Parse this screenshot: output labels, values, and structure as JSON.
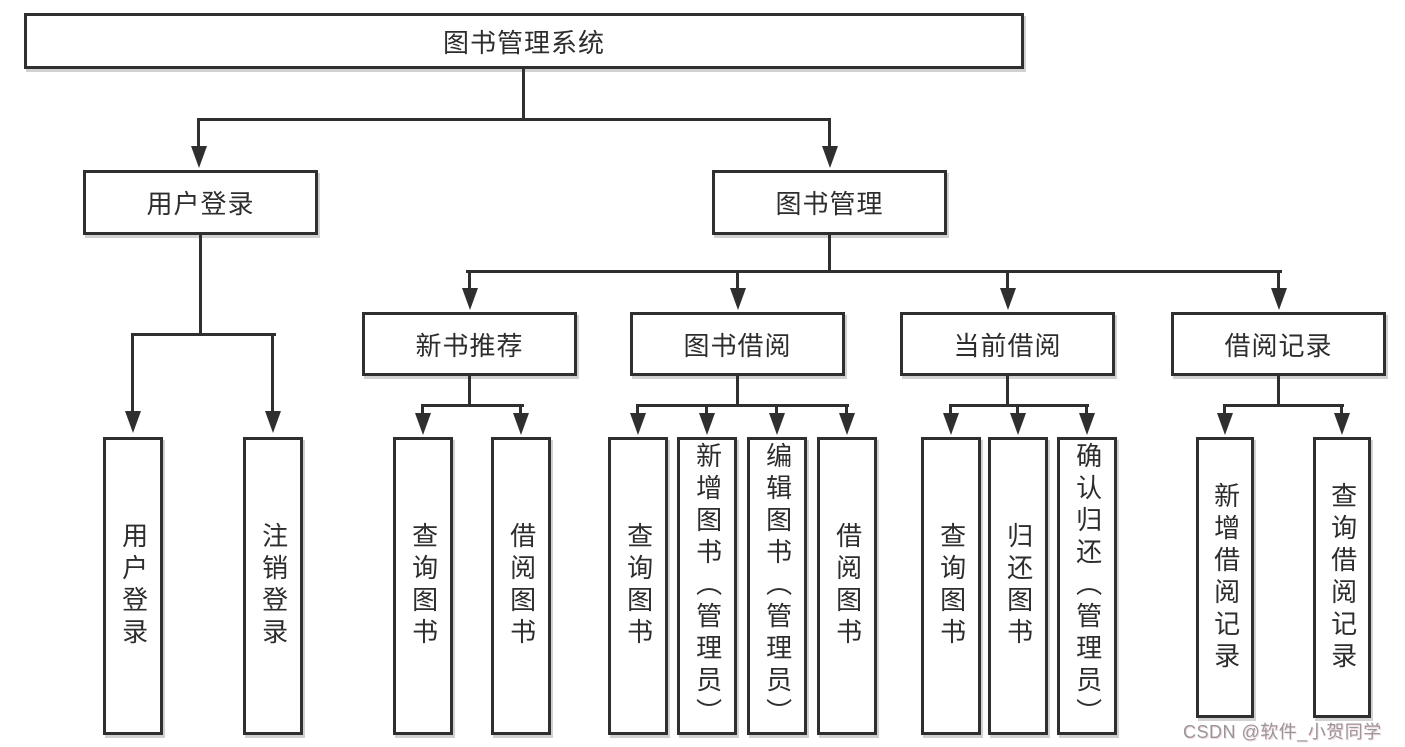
{
  "diagram": {
    "type": "tree",
    "root": "图书管理系统",
    "level2": [
      "用户登录",
      "图书管理"
    ],
    "level3": [
      "新书推荐",
      "图书借阅",
      "当前借阅",
      "借阅记录"
    ],
    "leaves": [
      "用户登录",
      "注销登录",
      "查询图书",
      "借阅图书",
      "查询图书",
      "新增图书（管理员）",
      "编辑图书（管理员）",
      "借阅图书",
      "查询图书",
      "归还图书",
      "确认归还（管理员）",
      "新增借阅记录",
      "查询借阅记录"
    ],
    "hierarchy": {
      "图书管理系统": [
        "用户登录",
        "图书管理"
      ],
      "用户登录": [
        "用户登录",
        "注销登录"
      ],
      "图书管理": [
        "新书推荐",
        "图书借阅",
        "当前借阅",
        "借阅记录"
      ],
      "新书推荐": [
        "查询图书",
        "借阅图书"
      ],
      "图书借阅": [
        "查询图书",
        "新增图书（管理员）",
        "编辑图书（管理员）",
        "借阅图书"
      ],
      "当前借阅": [
        "查询图书",
        "归还图书",
        "确认归还（管理员）"
      ],
      "借阅记录": [
        "新增借阅记录",
        "查询借阅记录"
      ]
    }
  },
  "watermark": "CSDN @软件_小贺同学",
  "colors": {
    "line": "#2f2f2f",
    "text": "#2d2d2d",
    "background": "#ffffff",
    "watermark_text": "#97979b"
  }
}
